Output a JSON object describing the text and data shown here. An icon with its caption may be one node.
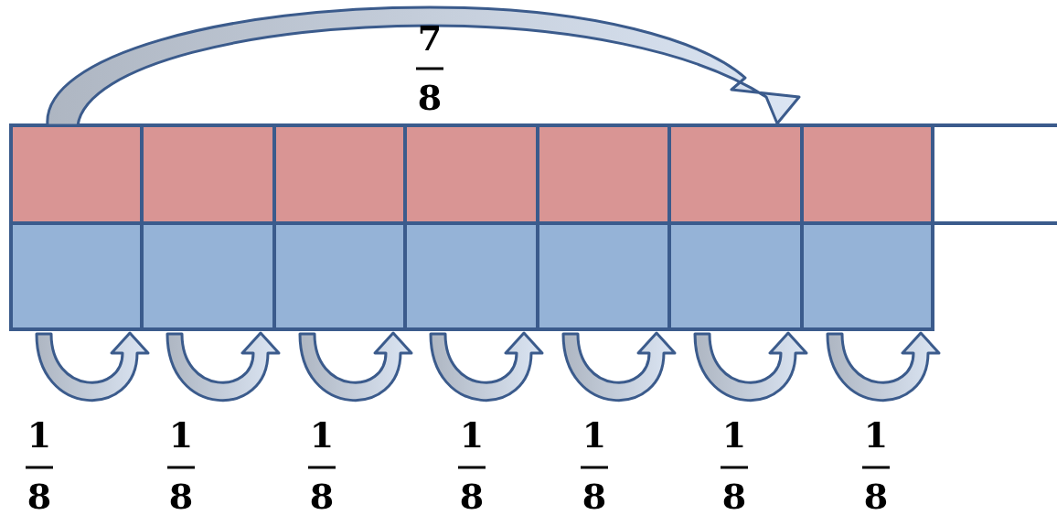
{
  "diagram": {
    "labels": [
      "7",
      "8",
      "1",
      "1",
      "1",
      "1",
      "1",
      "1",
      "1",
      "8",
      "8",
      "8",
      "8",
      "8",
      "8",
      "8"
    ]
  }
}
